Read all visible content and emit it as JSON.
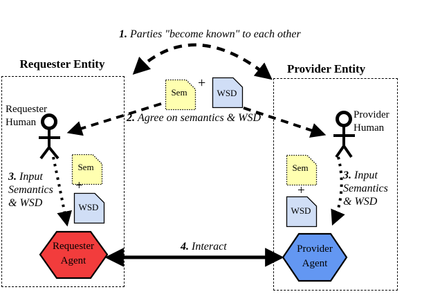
{
  "colors": {
    "sem_fill": "#FFFFB0",
    "wsd_fill": "#D0DEF6",
    "requester_agent_fill": "#F23C3C",
    "provider_agent_fill": "#6397F2",
    "line": "#000000"
  },
  "steps": {
    "step1": {
      "num": "1.",
      "text": "Parties \"become known\" to each other"
    },
    "step2": {
      "num": "2.",
      "text": "Agree on semantics & WSD"
    },
    "step3_left": {
      "num": "3.",
      "line1": "Input",
      "line2": "Semantics",
      "line3": "& WSD"
    },
    "step3_right": {
      "num": "3.",
      "line1": "Input",
      "line2": "Semantics",
      "line3": "& WSD"
    },
    "step4": {
      "num": "4.",
      "text": "Interact"
    }
  },
  "requester": {
    "entity_title": "Requester Entity",
    "human": {
      "line1": "Requester",
      "line2": "Human"
    },
    "agent": {
      "line1": "Requester",
      "line2": "Agent"
    },
    "docs": {
      "sem": "Sem",
      "plus": "+",
      "wsd": "WSD"
    }
  },
  "provider": {
    "entity_title": "Provider Entity",
    "human": {
      "line1": "Provider",
      "line2": "Human"
    },
    "agent": {
      "line1": "Provider",
      "line2": "Agent"
    },
    "docs": {
      "sem": "Sem",
      "plus": "+",
      "wsd": "WSD"
    }
  },
  "center_docs": {
    "sem": "Sem",
    "plus": "+",
    "wsd": "WSD"
  }
}
